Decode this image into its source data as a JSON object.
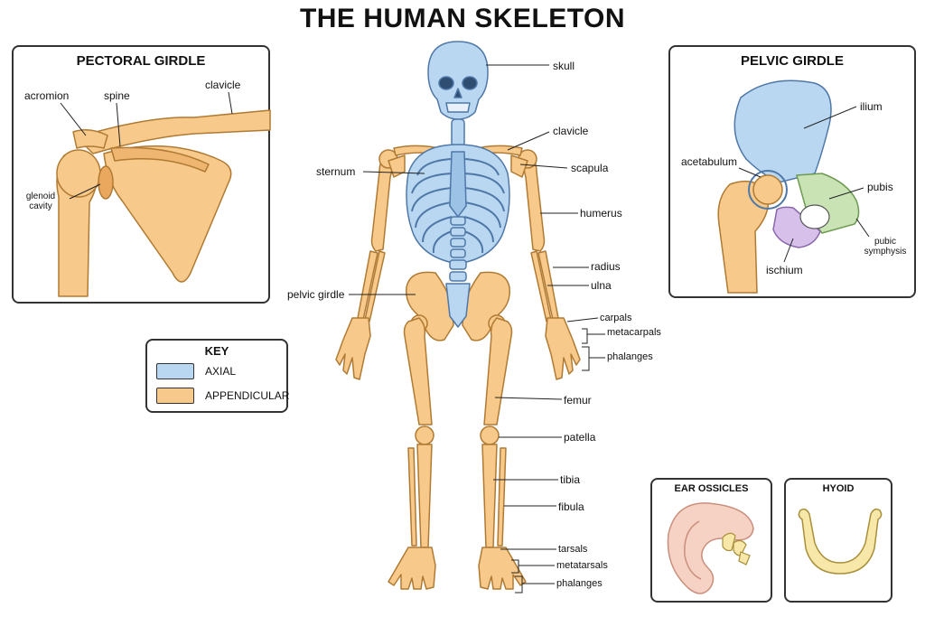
{
  "title": "THE HUMAN SKELETON",
  "colors": {
    "axial": "#b9d7f0",
    "axial_stroke": "#4f78a8",
    "appendicular": "#f7c98a",
    "appendicular_stroke": "#b07a33",
    "pubis": "#c9e3b5",
    "ischium": "#d7c0ea",
    "ear": "#f6d2c4",
    "hyoid": "#f7e7a8"
  },
  "main_labels": {
    "skull": "skull",
    "clavicle": "clavicle",
    "sternum": "sternum",
    "scapula": "scapula",
    "humerus": "humerus",
    "radius": "radius",
    "ulna": "ulna",
    "pelvic_girdle": "pelvic girdle",
    "carpals": "carpals",
    "metacarpals": "metacarpals",
    "phalanges_hand": "phalanges",
    "femur": "femur",
    "patella": "patella",
    "tibia": "tibia",
    "fibula": "fibula",
    "tarsals": "tarsals",
    "metatarsals": "metatarsals",
    "phalanges_foot": "phalanges"
  },
  "pectoral": {
    "title": "PECTORAL GIRDLE",
    "acromion": "acromion",
    "spine": "spine",
    "clavicle": "clavicle",
    "glenoid_1": "glenoid",
    "glenoid_2": "cavity"
  },
  "pelvic": {
    "title": "PELVIC GIRDLE",
    "ilium": "ilium",
    "acetabulum": "acetabulum",
    "pubis": "pubis",
    "pubic_1": "pubic",
    "pubic_2": "symphysis",
    "ischium": "ischium"
  },
  "key": {
    "title": "KEY",
    "axial": "AXIAL",
    "appendicular": "APPENDICULAR"
  },
  "ear": {
    "title": "EAR OSSICLES"
  },
  "hyoid": {
    "title": "HYOID"
  }
}
